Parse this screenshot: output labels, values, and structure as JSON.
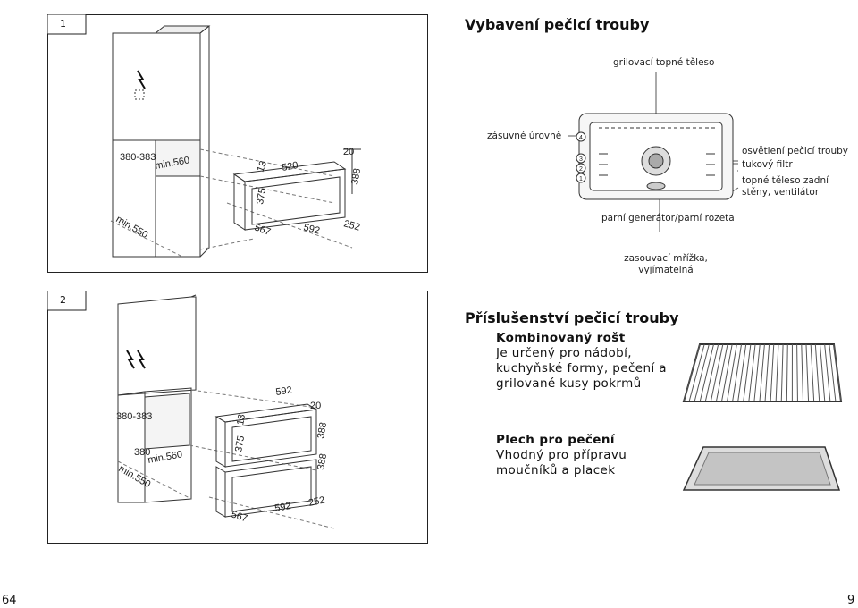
{
  "figure1": {
    "tab": "1",
    "dimensions": [
      "380-383",
      "min.560",
      "13",
      "375",
      "520",
      "20",
      "388",
      "min.550",
      "567",
      "592",
      "252"
    ]
  },
  "figure2": {
    "tab": "2",
    "dimensions": [
      "592",
      "20",
      "380-383",
      "13",
      "388",
      "375",
      "388",
      "380",
      "min.560",
      "min.550",
      "567",
      "592",
      "252"
    ]
  },
  "oven_equipment": {
    "heading": "Vybavení pečicí trouby",
    "labels": {
      "grill": "grilovací topné těleso",
      "levels": "zásuvné úrovně",
      "light": "osvětlení pečicí trouby",
      "filter": "tukový filtr",
      "rear": "topné těleso zadní stěny, ventilátor",
      "steam": "parní generátor/parní rozeta",
      "rack": "zasouvací mřížka, vyjímatelná"
    },
    "level_numbers": [
      "4",
      "3",
      "2",
      "1"
    ]
  },
  "accessories": {
    "heading": "Příslušenství pečicí trouby",
    "items": [
      {
        "title": "Kombinovaný rošt",
        "text": "Je určený pro nádobí, kuchyňské formy, pečení a grilované kusy pokrmů"
      },
      {
        "title": "Plech pro pečení",
        "text": "Vhodný pro přípravu moučníků a placek"
      }
    ]
  },
  "page_numbers": {
    "left": "64",
    "right": "9"
  }
}
